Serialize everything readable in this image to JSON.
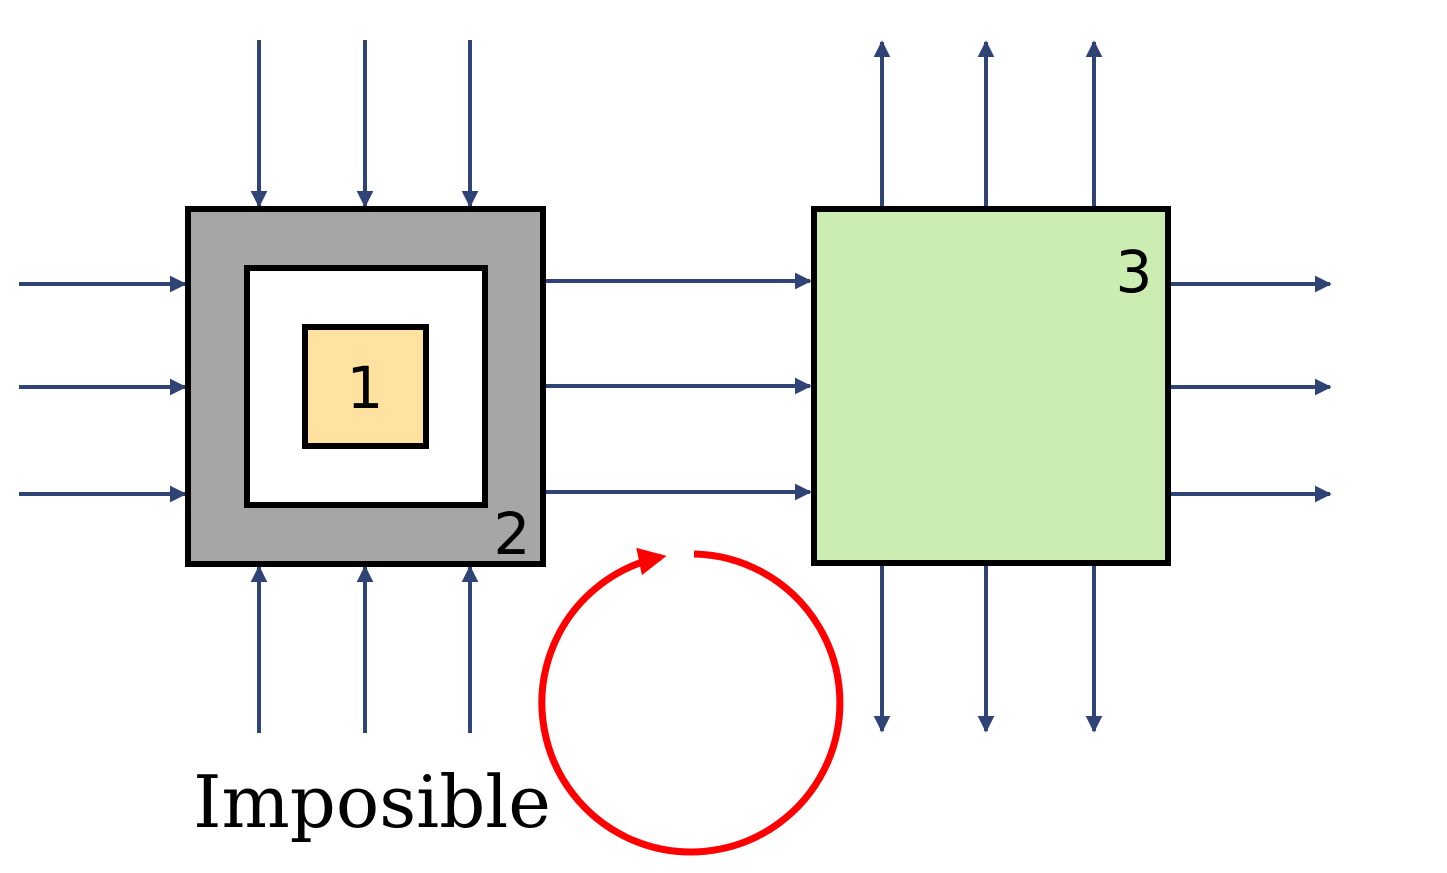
{
  "diagram": {
    "boxes": [
      {
        "id": "box-1",
        "label": "1",
        "fill": "#FFE29F"
      },
      {
        "id": "box-2",
        "label": "2",
        "fill": "#A6A6A6"
      },
      {
        "id": "box-3",
        "label": "3",
        "fill": "#CCEDB1"
      }
    ],
    "caption": "Imposible",
    "colors": {
      "arrow": "#2F4374",
      "border": "#000000",
      "cycle": "#FF0000",
      "inner_frame_fill": "#FFFFFF"
    },
    "icons": {
      "cycle": "circular-arrow-icon"
    }
  }
}
